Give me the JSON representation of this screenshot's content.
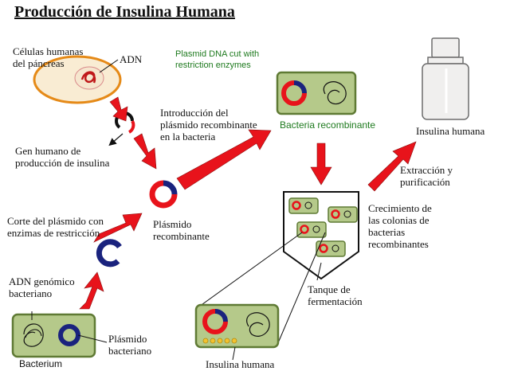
{
  "title": "Producción de Insulina Humana",
  "labels": {
    "human_cells": [
      "Células humanas",
      "del páncreas"
    ],
    "dna": "ADN",
    "plasmid_note": [
      "Plasmid DNA cut with",
      "restriction enzymes"
    ],
    "human_gene": [
      "Gen humano de",
      "producción de insulina"
    ],
    "introduction": [
      "Introducción del",
      "plásmido recombinante",
      "en la bacteria"
    ],
    "recombinant_bacteria": "Bacteria recombinante",
    "human_insulin_top": "Insulina humana",
    "extraction": [
      "Extracción y",
      "purificación"
    ],
    "plasmid_cut": [
      "Corte del plásmido con",
      "enzimas de restricción"
    ],
    "recombinant_plasmid": [
      "Plásmido",
      "recombinante"
    ],
    "colony_growth": [
      "Crecimiento de",
      "las colonias de",
      "bacterias",
      "recombinantes"
    ],
    "genomic_dna": [
      "ADN genómico",
      "bacteriano"
    ],
    "fermentation_tank": [
      "Tanque de",
      "fermentación"
    ],
    "bacterial_plasmid": [
      "Plásmido",
      "bacteriano"
    ],
    "bacterium": "Bacterium",
    "human_insulin_bottom": "Insulina humana"
  },
  "colors": {
    "arrow_red": "#e8131b",
    "cell_fill": "#b5c98a",
    "cell_border": "#5f7a34",
    "human_cell_fill": "#f9ecd3",
    "human_cell_border": "#e58a18",
    "plasmid_blue": "#1a237e",
    "insulin_dot": "#f2c230",
    "bottle_fill": "#f0efee"
  }
}
